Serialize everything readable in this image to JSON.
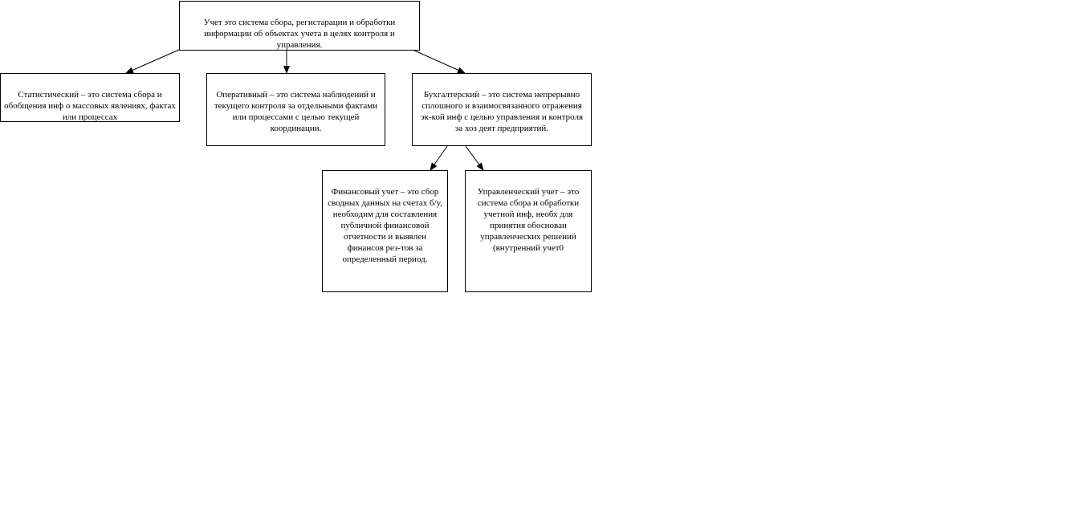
{
  "nodes": {
    "root": {
      "text": "Учет это система сбора, регистарации и обработки информации об объектах учета в целях контроля и управления."
    },
    "statistical": {
      "text": "Статистический – это система сбора и обобщения инф о массовых явлениях, фактах или процессах"
    },
    "operational": {
      "text": "Оперативный – это система наблюдений и текущего контроля за отдельными фактами или процессами с целью текущей координации."
    },
    "accounting": {
      "text": "Бухгалтерский – это система непрерывно сплошного и взаимосвязанного отражения эк-кой инф с целью управления и контроля за хоз деят предприятий."
    },
    "financial": {
      "text": "Финансовый учет – это сбор сводных данных на счетах б/у, необходим для составления публичной финансовой отчетности и выявлен финансов рез-тов за определенный период."
    },
    "managerial": {
      "text": "Управленческий учет – это система сбора и обработки учетной инф, необх для принятия обоснован управленческих решений (внутренний учет0"
    }
  },
  "edges": [
    {
      "from": "root",
      "to": "statistical"
    },
    {
      "from": "root",
      "to": "operational"
    },
    {
      "from": "root",
      "to": "accounting"
    },
    {
      "from": "accounting",
      "to": "financial"
    },
    {
      "from": "accounting",
      "to": "managerial"
    }
  ],
  "colors": {
    "line": "#000000",
    "box_border": "#000000",
    "background": "#ffffff"
  }
}
